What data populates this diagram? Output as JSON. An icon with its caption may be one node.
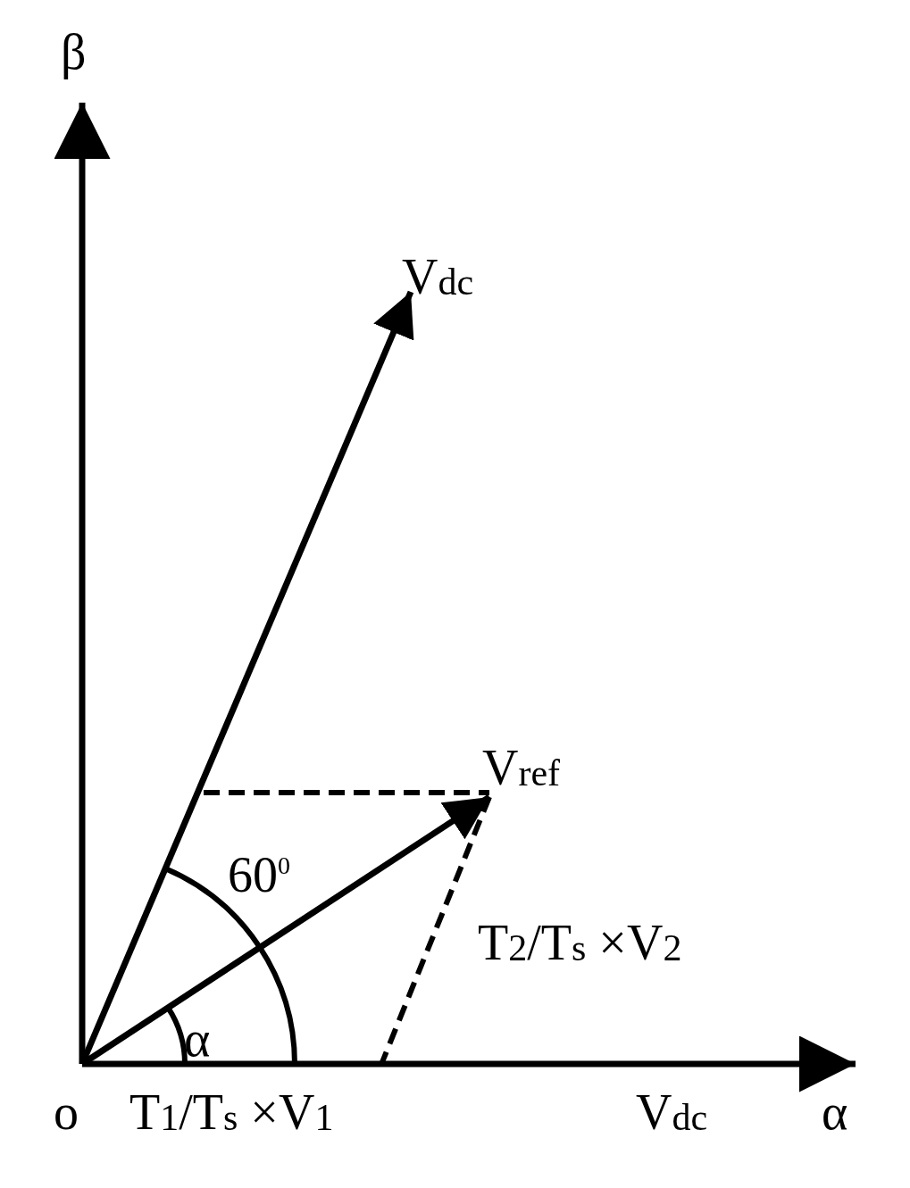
{
  "diagram": {
    "nodes": [
      {
        "text": [
          "o"
        ]
      },
      {
        "text": [
          "V$_{dc}$"
        ]
      },
      {
        "text": [
          "V$_{ref}$"
        ]
      }
    ],
    "edges": [
      {
        "from": 0,
        "to": 1,
        "arrow": "to"
      },
      {
        "from": 0,
        "to": 2,
        "arrow": "to"
      }
    ],
    "labels": [
      "β",
      "60$^{0}$",
      "T$_{2}$/T$_{s}$ ×V$_{2}$",
      "α",
      "T$_{1}$/T$_{s}$ ×V$_{1}$",
      "V$_{dc}$",
      "α"
    ]
  }
}
